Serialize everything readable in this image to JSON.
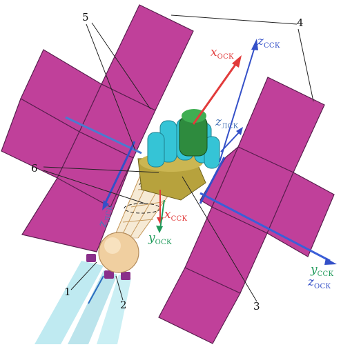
{
  "callouts": {
    "n1": "1",
    "n2": "2",
    "n3": "3",
    "n4": "4",
    "n5": "5",
    "n6": "6"
  },
  "axes": {
    "x_osk": {
      "base": "x",
      "sub": "ОСК"
    },
    "z_ssk_top": {
      "base": "z",
      "sub": "ССК"
    },
    "z_lsk_top": {
      "base": "z",
      "sub": "ЛСК"
    },
    "z_lsk_left": {
      "base": "z",
      "sub": "ЛСК"
    },
    "x_ssk": {
      "base": "x",
      "sub": "ССК"
    },
    "y_osk": {
      "base": "y",
      "sub": "ОСК"
    },
    "y_ssk": {
      "base": "y",
      "sub": "ССК"
    },
    "z_osk": {
      "base": "z",
      "sub": "ОСК"
    }
  },
  "colors": {
    "panel_fill": "#c0409a",
    "panel_edge": "#5a1f4f",
    "boom": "#3b5fd8",
    "cyan_tank": "#35c4d6",
    "green_core": "#2e8b3e",
    "base_ring": "#b7a23d",
    "truss": "#d9b37a",
    "sphere": "#f0cfa0",
    "plume": "#a9e3ec",
    "axis_red": "#e23b3b",
    "axis_blue": "#3450c8",
    "axis_green": "#1f9a5a",
    "axis_teal": "#4a76b8"
  }
}
